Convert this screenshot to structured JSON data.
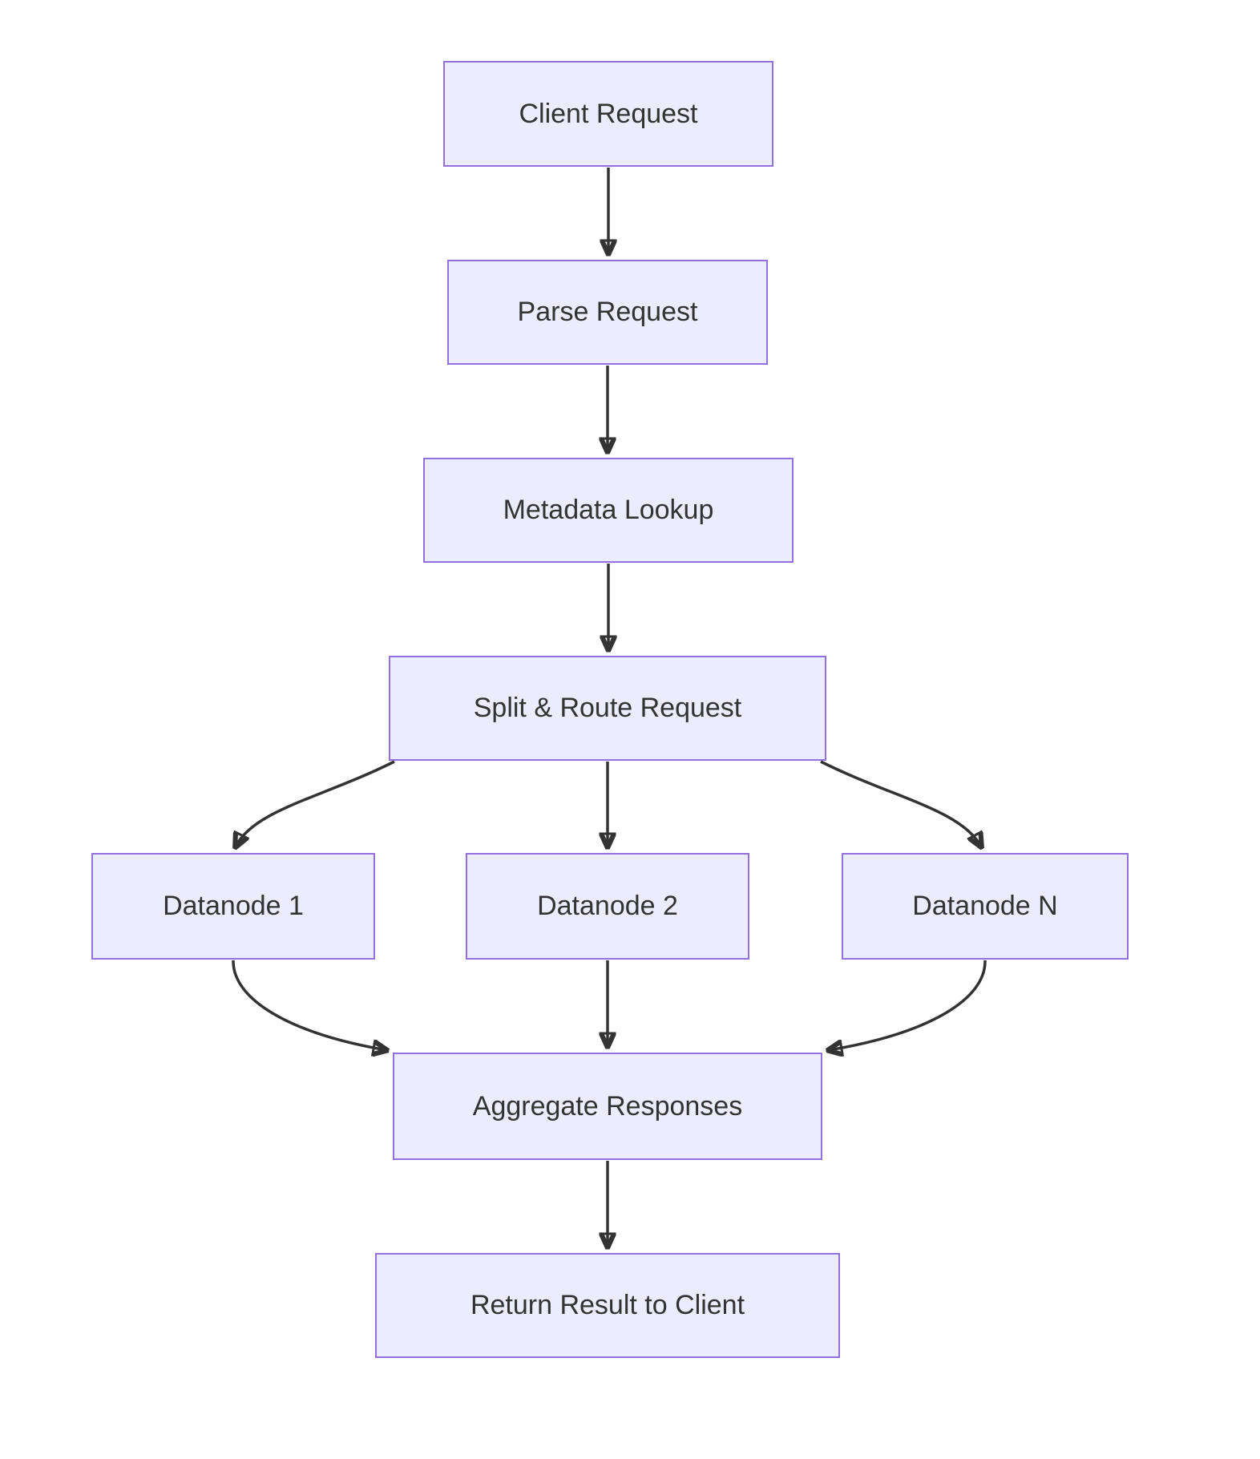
{
  "diagram": {
    "type": "flowchart",
    "direction": "top-down",
    "colors": {
      "node_fill": "#ECECFF",
      "node_border": "#9370DB",
      "edge": "#333333",
      "text": "#333333",
      "background": "#FFFFFF"
    },
    "nodes": [
      {
        "id": "client",
        "label": "Client Request"
      },
      {
        "id": "parse",
        "label": "Parse Request"
      },
      {
        "id": "metadata",
        "label": "Metadata Lookup"
      },
      {
        "id": "split",
        "label": "Split & Route Request"
      },
      {
        "id": "d1",
        "label": "Datanode 1"
      },
      {
        "id": "d2",
        "label": "Datanode 2"
      },
      {
        "id": "dn",
        "label": "Datanode N"
      },
      {
        "id": "agg",
        "label": "Aggregate Responses"
      },
      {
        "id": "ret",
        "label": "Return Result to Client"
      }
    ],
    "edges": [
      {
        "from": "client",
        "to": "parse"
      },
      {
        "from": "parse",
        "to": "metadata"
      },
      {
        "from": "metadata",
        "to": "split"
      },
      {
        "from": "split",
        "to": "d1"
      },
      {
        "from": "split",
        "to": "d2"
      },
      {
        "from": "split",
        "to": "dn"
      },
      {
        "from": "d1",
        "to": "agg"
      },
      {
        "from": "d2",
        "to": "agg"
      },
      {
        "from": "dn",
        "to": "agg"
      },
      {
        "from": "agg",
        "to": "ret"
      }
    ]
  }
}
